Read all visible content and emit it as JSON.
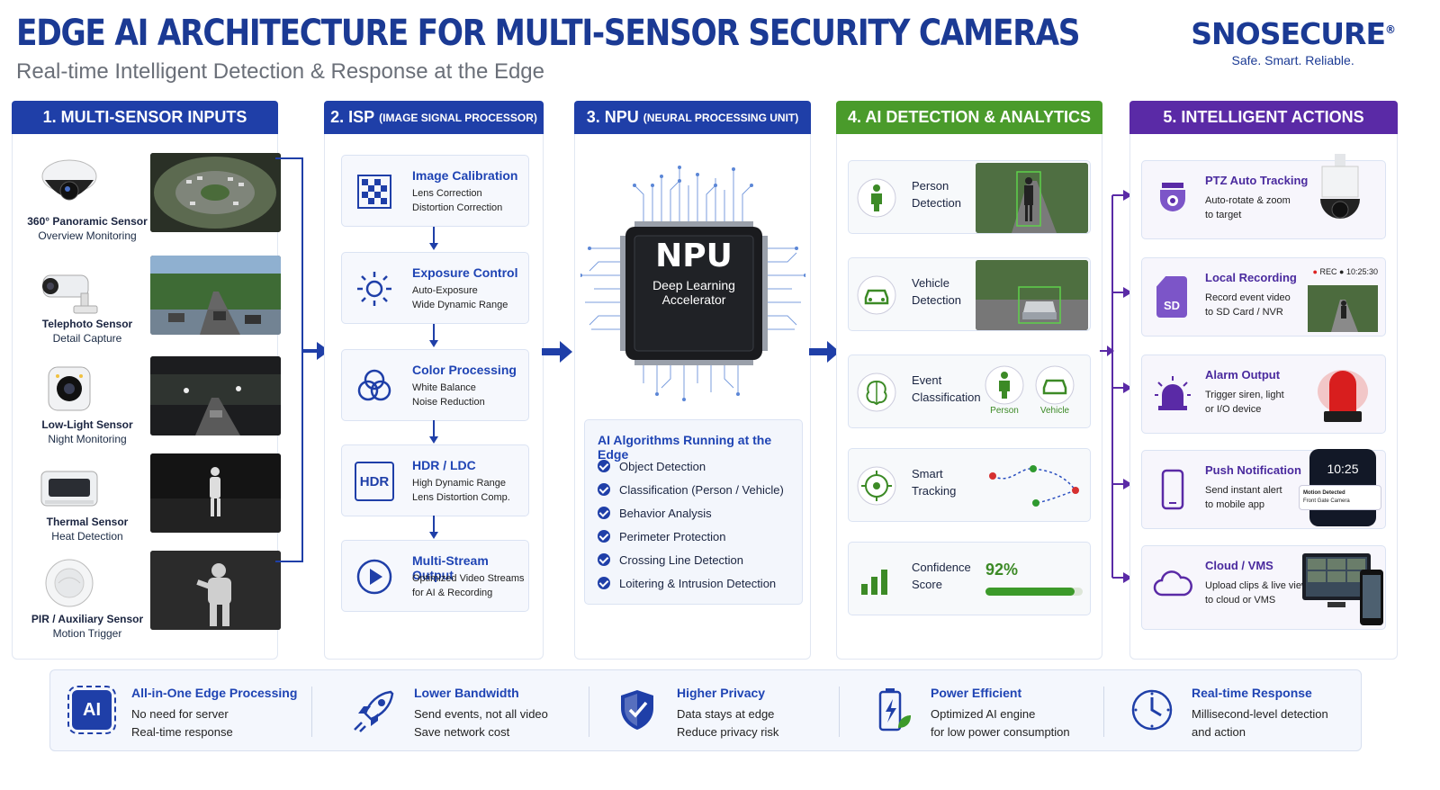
{
  "header": {
    "title": "EDGE AI ARCHITECTURE FOR MULTI-SENSOR SECURITY CAMERAS",
    "subtitle": "Real-time Intelligent Detection & Response at the Edge",
    "brand": "SNOSECURE",
    "brand_mark": "®",
    "tagline": "Safe. Smart. Reliable."
  },
  "col1": {
    "title": "1. MULTI-SENSOR INPUTS",
    "sensors": [
      {
        "name": "360° Panoramic Sensor",
        "desc": "Overview Monitoring"
      },
      {
        "name": "Telephoto Sensor",
        "desc": "Detail Capture"
      },
      {
        "name": "Low-Light Sensor",
        "desc": "Night Monitoring"
      },
      {
        "name": "Thermal Sensor",
        "desc": "Heat Detection"
      },
      {
        "name": "PIR / Auxiliary Sensor",
        "desc": "Motion Trigger"
      }
    ]
  },
  "col2": {
    "title": "2. ISP",
    "title_small": "(IMAGE SIGNAL PROCESSOR)",
    "stages": [
      {
        "title": "Image Calibration",
        "l1": "Lens Correction",
        "l2": "Distortion Correction",
        "icon": "calibration-icon"
      },
      {
        "title": "Exposure Control",
        "l1": "Auto-Exposure",
        "l2": "Wide Dynamic Range",
        "icon": "sun-icon"
      },
      {
        "title": "Color Processing",
        "l1": "White Balance",
        "l2": "Noise Reduction",
        "icon": "color-circles-icon"
      },
      {
        "title": "HDR / LDC",
        "l1": "High Dynamic Range",
        "l2": "Lens Distortion Comp.",
        "icon": "hdr-icon",
        "icon_text": "HDR"
      },
      {
        "title": "Multi-Stream Output",
        "l1": "Optimized Video Streams",
        "l2": "for AI & Recording",
        "icon": "play-icon"
      }
    ]
  },
  "col3": {
    "title": "3. NPU",
    "title_small": "(NEURAL PROCESSING UNIT)",
    "chip_title": "NPU",
    "chip_sub1": "Deep Learning",
    "chip_sub2": "Accelerator",
    "algo_title": "AI Algorithms Running at the Edge",
    "algos": [
      "Object Detection",
      "Classification (Person / Vehicle)",
      "Behavior Analysis",
      "Perimeter Protection",
      "Crossing Line Detection",
      "Loitering & Intrusion Detection"
    ]
  },
  "col4": {
    "title": "4. AI DETECTION & ANALYTICS",
    "items": [
      {
        "l1": "Person",
        "l2": "Detection",
        "icon": "person-icon"
      },
      {
        "l1": "Vehicle",
        "l2": "Detection",
        "icon": "car-icon"
      },
      {
        "l1": "Event",
        "l2": "Classification",
        "icon": "brain-icon",
        "tag1": "Person",
        "tag2": "Vehicle"
      },
      {
        "l1": "Smart",
        "l2": "Tracking",
        "icon": "target-icon"
      },
      {
        "l1": "Confidence",
        "l2": "Score",
        "icon": "bar-chart-icon",
        "value": "92%",
        "fraction": 0.92
      }
    ]
  },
  "col5": {
    "title": "5. INTELLIGENT ACTIONS",
    "items": [
      {
        "title": "PTZ Auto Tracking",
        "l1": "Auto-rotate & zoom",
        "l2": "to target",
        "icon": "ptz-camera-icon"
      },
      {
        "title": "Local Recording",
        "l1": "Record event video",
        "l2": "to SD Card / NVR",
        "icon": "sd-card-icon",
        "icon_text": "SD",
        "rec": "REC",
        "time": "10:25:30"
      },
      {
        "title": "Alarm Output",
        "l1": "Trigger siren, light",
        "l2": "or I/O device",
        "icon": "alarm-icon"
      },
      {
        "title": "Push Notification",
        "l1": "Send instant alert",
        "l2": "to mobile app",
        "icon": "phone-icon",
        "phone_time": "10:25",
        "note1": "Motion Detected",
        "note2": "Front Gate Camera"
      },
      {
        "title": "Cloud / VMS",
        "l1": "Upload clips & live view",
        "l2": "to cloud or VMS",
        "icon": "cloud-icon"
      }
    ]
  },
  "footer": [
    {
      "title": "All-in-One Edge Processing",
      "l1": "No need for server",
      "l2": "Real-time response",
      "icon": "ai-chip-icon",
      "icon_text": "AI"
    },
    {
      "title": "Lower Bandwidth",
      "l1": "Send events, not all video",
      "l2": "Save network cost",
      "icon": "rocket-icon"
    },
    {
      "title": "Higher Privacy",
      "l1": "Data stays at edge",
      "l2": "Reduce privacy risk",
      "icon": "shield-icon"
    },
    {
      "title": "Power Efficient",
      "l1": "Optimized AI engine",
      "l2": "for low power consumption",
      "icon": "battery-icon"
    },
    {
      "title": "Real-time Response",
      "l1": "Millisecond-level detection",
      "l2": "and action",
      "icon": "clock-icon"
    }
  ],
  "colors": {
    "blue": "#1f3fa8",
    "green": "#4a9b2b",
    "purple": "#5a2aa6"
  }
}
